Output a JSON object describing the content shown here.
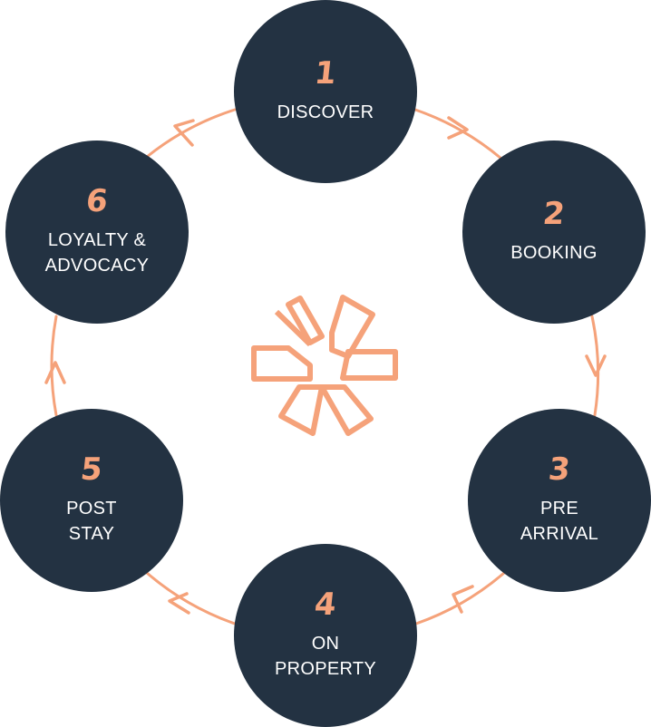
{
  "colors": {
    "node_fill": "#233242",
    "accent": "#f5a27a",
    "label_text": "#ffffff",
    "background": "#ffffff"
  },
  "center_logo": {
    "icon": "asterisk-logo-icon"
  },
  "stages": [
    {
      "number": "1",
      "label": "DISCOVER"
    },
    {
      "number": "2",
      "label": "BOOKING"
    },
    {
      "number": "3",
      "label": "PRE\nARRIVAL"
    },
    {
      "number": "4",
      "label": "ON\nPROPERTY"
    },
    {
      "number": "5",
      "label": "POST\nSTAY"
    },
    {
      "number": "6",
      "label": "LOYALTY &\nADVOCACY"
    }
  ]
}
